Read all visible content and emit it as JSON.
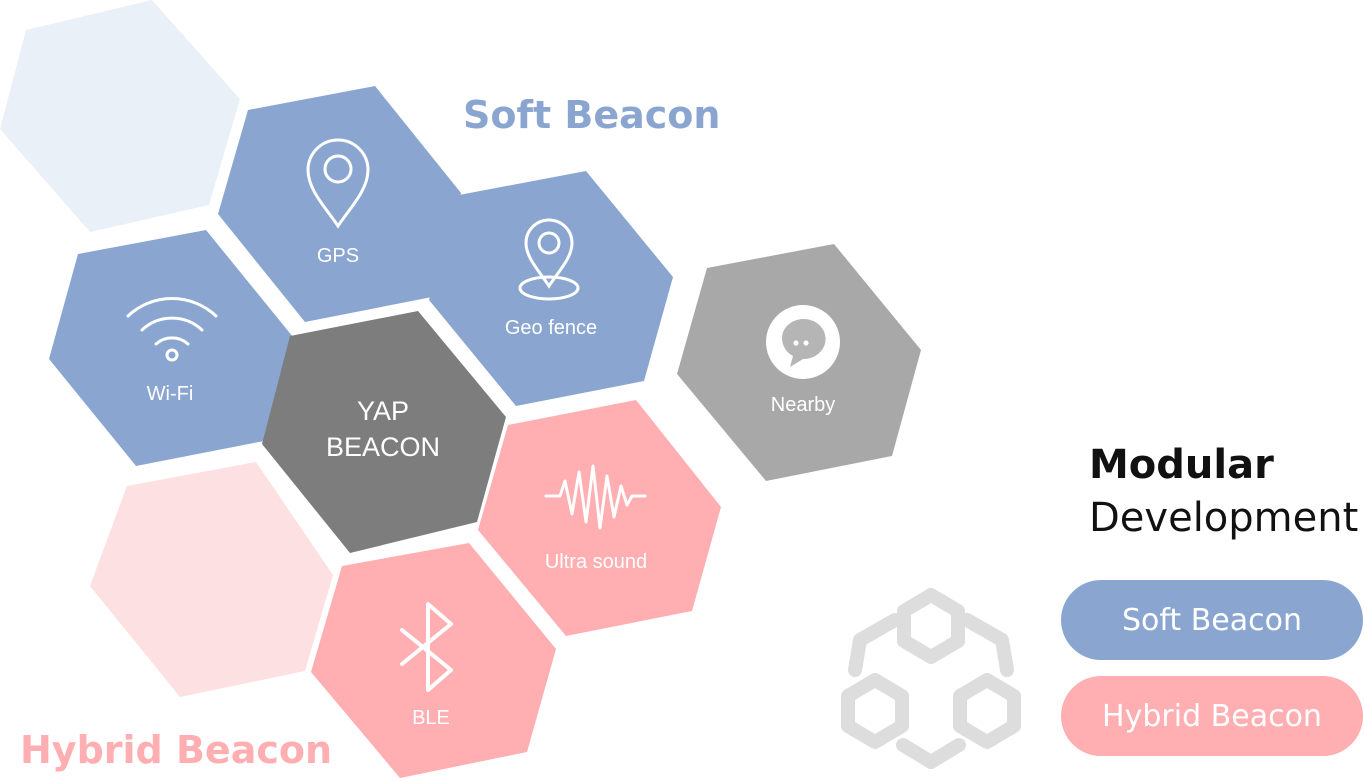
{
  "colors": {
    "soft": "#8aa6d0",
    "soft_pale": "#eaf0f8",
    "hybrid": "#ffaeb1",
    "hybrid_pale": "#fde0e1",
    "core": "#7d7d7d",
    "nearby": "#a8a8a8",
    "modules_icon": "#dddddd"
  },
  "headings": {
    "soft": "Soft Beacon",
    "hybrid": "Hybrid Beacon"
  },
  "hexes": {
    "gps": {
      "label": "GPS",
      "icon": "map-pin-icon"
    },
    "wifi": {
      "label": "Wi-Fi",
      "icon": "wifi-icon"
    },
    "geofence": {
      "label": "Geo fence",
      "icon": "geofence-pin-icon"
    },
    "core_line1": "YAP",
    "core_line2": "BEACON",
    "nearby": {
      "label": "Nearby",
      "icon": "chat-bubble-icon"
    },
    "ultrasound": {
      "label": "Ultra sound",
      "icon": "sound-wave-icon"
    },
    "ble": {
      "label": "BLE",
      "icon": "bluetooth-icon"
    }
  },
  "modular": {
    "title": "Modular",
    "subtitle": "Development",
    "icon": "modules-cubes-icon"
  },
  "legend": {
    "soft_label": "Soft Beacon",
    "hybrid_label": "Hybrid Beacon"
  }
}
